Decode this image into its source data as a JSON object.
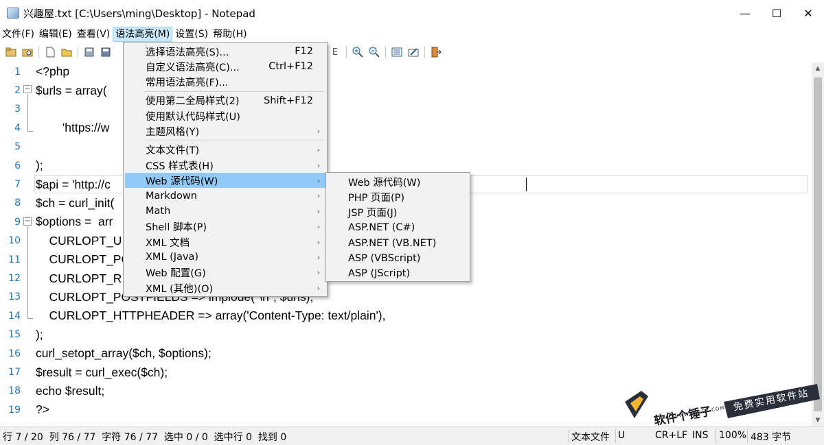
{
  "window": {
    "title": "兴趣屋.txt [C:\\Users\\ming\\Desktop] - Notepad",
    "minimize": "—",
    "maximize": "☐",
    "close": "✕"
  },
  "menubar": [
    "文件(F)",
    "编辑(E)",
    "查看(V)",
    "语法高亮(M)",
    "设置(S)",
    "帮助(H)"
  ],
  "editor": {
    "lines": [
      {
        "n": "1",
        "text": "<?php"
      },
      {
        "n": "2",
        "text": "$urls = array("
      },
      {
        "n": "3",
        "text": ""
      },
      {
        "n": "4",
        "text": "        'https://w                                                       tml',"
      },
      {
        "n": "5",
        "text": ""
      },
      {
        "n": "6",
        "text": ");"
      },
      {
        "n": "7",
        "text": "$api = 'http://c                                                           n=QI26G';"
      },
      {
        "n": "8",
        "text": "$ch = curl_init("
      },
      {
        "n": "9",
        "text": "$options =  arr"
      },
      {
        "n": "10",
        "text": "    CURLOPT_U"
      },
      {
        "n": "11",
        "text": "    CURLOPT_PO"
      },
      {
        "n": "12",
        "text": "    CURLOPT_R"
      },
      {
        "n": "13",
        "text": "    CURLOPT_POSTFIELDS => implode(\"\\n\", $urls),"
      },
      {
        "n": "14",
        "text": "    CURLOPT_HTTPHEADER => array('Content-Type: text/plain'),"
      },
      {
        "n": "15",
        "text": ");"
      },
      {
        "n": "16",
        "text": "curl_setopt_array($ch, $options);"
      },
      {
        "n": "17",
        "text": "$result = curl_exec($ch);"
      },
      {
        "n": "18",
        "text": "echo $result;"
      },
      {
        "n": "19",
        "text": "?>"
      }
    ]
  },
  "syntax_menu": {
    "items": [
      {
        "label": "选择语法高亮(S)...",
        "shortcut": "F12"
      },
      {
        "label": "自定义语法高亮(C)...",
        "shortcut": "Ctrl+F12"
      },
      {
        "label": "常用语法高亮(F)...",
        "shortcut": ""
      },
      {
        "label": "使用第二全局样式(2)",
        "shortcut": "Shift+F12"
      },
      {
        "label": "使用默认代码样式(U)",
        "shortcut": ""
      },
      {
        "label": "主题风格(Y)",
        "submenu": true
      },
      {
        "label": "文本文件(T)",
        "submenu": true
      },
      {
        "label": "CSS 样式表(H)",
        "submenu": true
      },
      {
        "label": "Web 源代码(W)",
        "submenu": true,
        "highlighted": true
      },
      {
        "label": "Markdown",
        "submenu": true
      },
      {
        "label": "Math",
        "submenu": true
      },
      {
        "label": "Shell 脚本(P)",
        "submenu": true
      },
      {
        "label": "XML 文档",
        "submenu": true
      },
      {
        "label": "XML (Java)",
        "submenu": true
      },
      {
        "label": "Web 配置(G)",
        "submenu": true
      },
      {
        "label": "XML (其他)(O)",
        "submenu": true
      }
    ]
  },
  "web_submenu": {
    "items": [
      "Web 源代码(W)",
      "PHP 页面(P)",
      "JSP 页面(J)",
      "ASP.NET (C#)",
      "ASP.NET (VB.NET)",
      "ASP (VBScript)",
      "ASP (JScript)"
    ]
  },
  "statusbar": {
    "position": "行 7 / 20  列 76 / 77  字符 76 / 77  选中 0 / 0  选中行 0  找到 0",
    "filetype": "文本文件",
    "encoding": "U",
    "eol": "CR+LF",
    "mode": "INS",
    "zoom": "100%",
    "size": "483 字节"
  },
  "watermark": {
    "brand": "软件个锤子",
    "domain": "WWW.RJGCZ.COM",
    "slogan": "免费实用软件站"
  },
  "colors": {
    "menu_highlight": "#91c9f7",
    "menubar_active": "#cce8ff",
    "line_number": "#1e73b6",
    "watermark_badge": "#2a2f3a"
  }
}
